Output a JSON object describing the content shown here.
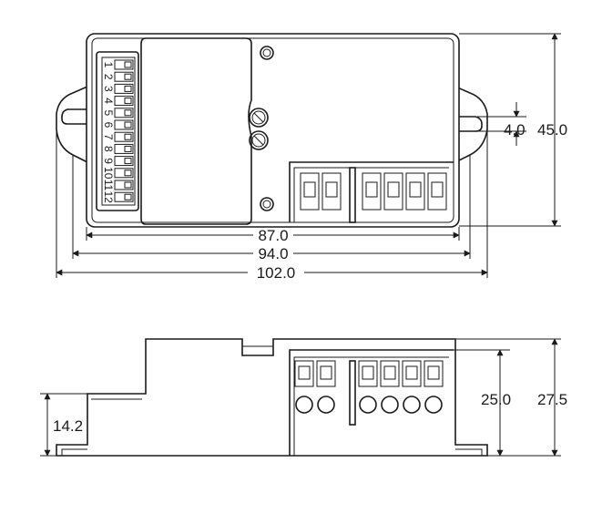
{
  "top_view": {
    "dimensions": {
      "width_inner": "87.0",
      "width_mid": "94.0",
      "width_outer": "102.0",
      "height": "45.0",
      "hole": "4.0"
    },
    "dip_switch_labels": [
      "1",
      "2",
      "3",
      "4",
      "5",
      "6",
      "7",
      "8",
      "9",
      "10",
      "11",
      "12"
    ]
  },
  "side_view": {
    "dimensions": {
      "step_height": "14.2",
      "terminal_height": "25.0",
      "total_height": "27.5"
    }
  }
}
